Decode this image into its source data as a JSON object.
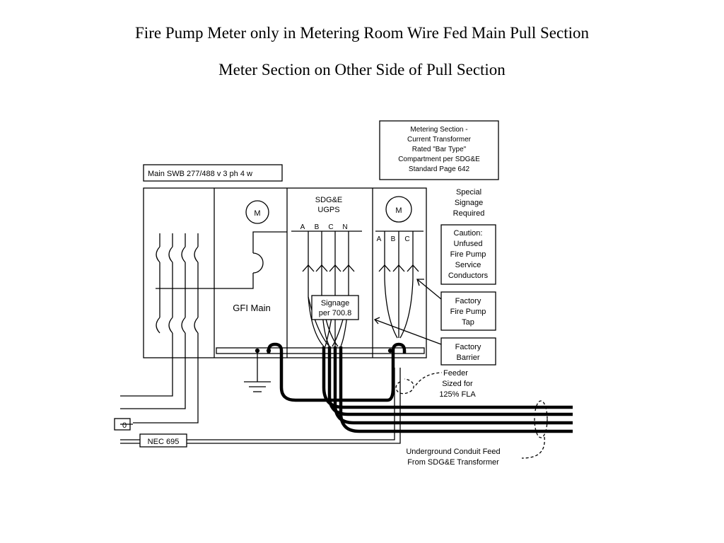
{
  "slide": {
    "title_line1": "Fire Pump Meter only in Metering Room Wire Fed Main Pull Section",
    "title_line2": "Meter Section on Other Side of Pull Section"
  },
  "diagram": {
    "main_swb_label": "Main SWB 277/488 v 3 ph 4 w",
    "metering_note": [
      "Metering Section -",
      "Current Transformer",
      "Rated \"Bar Type\"",
      "Compartment per SDG&E",
      "Standard Page 642"
    ],
    "meter_symbol": "M",
    "gfi_main": "GFI Main",
    "ugps_label": [
      "SDG&E",
      "UGPS"
    ],
    "phases_4": [
      "A",
      "B",
      "C",
      "N"
    ],
    "phases_3": [
      "A",
      "B",
      "C"
    ],
    "special_signage": [
      "Special",
      "Signage",
      "Required"
    ],
    "caution_box": [
      "Caution:",
      "Unfused",
      "Fire Pump",
      "Service",
      "Conductors"
    ],
    "signage_box": [
      "Signage",
      "per 700.8"
    ],
    "factory_tap_box": [
      "Factory",
      "Fire Pump",
      "Tap"
    ],
    "factory_barrier_box": [
      "Factory",
      "Barrier"
    ],
    "feeder_note": [
      "Feeder",
      "Sized for",
      "125% FLA"
    ],
    "nec_label": "NEC 695",
    "left_cut_label": "0",
    "underground_note": [
      "Underground Conduit Feed",
      "From SDG&E Transformer"
    ]
  }
}
